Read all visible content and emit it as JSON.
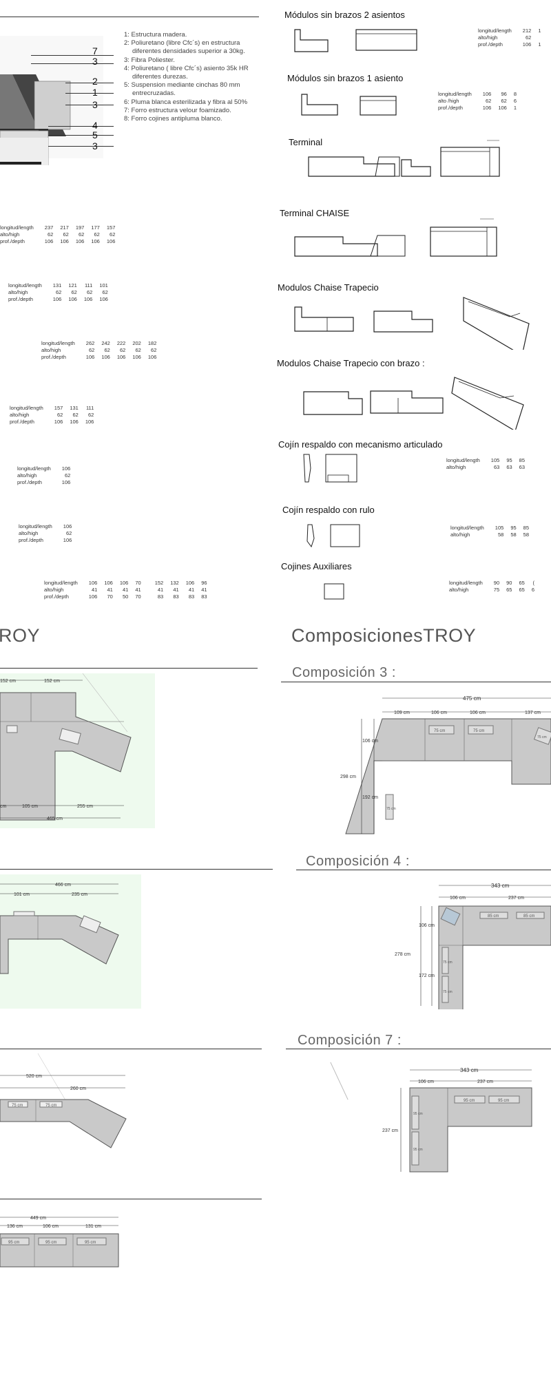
{
  "technical": {
    "callouts": [
      "7",
      "3",
      "2",
      "1",
      "3",
      "4",
      "5",
      "3"
    ],
    "legend": [
      "1: Estructura madera.",
      "2: Poliuretano (libre Cfc´s) en estructura",
      "diferentes densidades superior a 30kg.",
      "3: Fibra Poliester.",
      "4: Poliuretano ( libre Cfc´s) asiento 35k HR",
      "diferentes durezas.",
      "5: Suspension mediante cinchas 80 mm",
      "entrecruzadas.",
      "6: Pluma blanca esterilizada y fibra al 50%",
      "7: Forro estructura velour foamizado.",
      "8: Forro cojines antipluma blanco."
    ]
  },
  "left_tables": [
    {
      "rows": [
        [
          "longitud/length",
          "237",
          "217",
          "197",
          "177",
          "157"
        ],
        [
          "alto/high",
          "62",
          "62",
          "62",
          "62",
          "62"
        ],
        [
          "prof./depth",
          "106",
          "106",
          "106",
          "106",
          "106"
        ]
      ]
    },
    {
      "rows": [
        [
          "longitud/length",
          "131",
          "121",
          "111",
          "101"
        ],
        [
          "alto/high",
          "62",
          "62",
          "62",
          "62"
        ],
        [
          "prof./depth",
          "106",
          "106",
          "106",
          "106"
        ]
      ]
    },
    {
      "rows": [
        [
          "longitud/length",
          "262",
          "242",
          "222",
          "202",
          "182"
        ],
        [
          "alto/high",
          "62",
          "62",
          "62",
          "62",
          "62"
        ],
        [
          "prof./depth",
          "106",
          "106",
          "106",
          "106",
          "106"
        ]
      ]
    },
    {
      "rows": [
        [
          "longitud/length",
          "157",
          "131",
          "111"
        ],
        [
          "alto/high",
          "62",
          "62",
          "62"
        ],
        [
          "prof./depth",
          "106",
          "106",
          "106"
        ]
      ]
    },
    {
      "rows": [
        [
          "longitud/length",
          "106"
        ],
        [
          "alto/high",
          "62"
        ],
        [
          "prof./depth",
          "106"
        ]
      ]
    },
    {
      "rows": [
        [
          "longitud/length",
          "106"
        ],
        [
          "alto/high",
          "62"
        ],
        [
          "prof./depth",
          "106"
        ]
      ]
    },
    {
      "rows": [
        [
          "longitud/length",
          "106",
          "106",
          "106",
          "70",
          "",
          "152",
          "132",
          "106",
          "96"
        ],
        [
          "alto/high",
          "41",
          "41",
          "41",
          "41",
          "",
          "41",
          "41",
          "41",
          "41"
        ],
        [
          "prof./depth",
          "106",
          "70",
          "50",
          "70",
          "",
          "83",
          "83",
          "83",
          "83"
        ]
      ]
    }
  ],
  "modules": [
    {
      "title": "Módulos sin brazos 2 asientos",
      "rows": [
        [
          "longitud/length",
          "212",
          "1"
        ],
        [
          "alto/high",
          "62",
          ""
        ],
        [
          "prof./depth",
          "106",
          "1"
        ]
      ]
    },
    {
      "title": "Módulos sin brazos 1 asiento",
      "rows": [
        [
          "longitud/length",
          "106",
          "96",
          "8"
        ],
        [
          "alto /high",
          "62",
          "62",
          "6"
        ],
        [
          "prof./depth",
          "106",
          "106",
          "1"
        ]
      ]
    },
    {
      "title": "Terminal",
      "rows": []
    },
    {
      "title": "Terminal CHAISE",
      "rows": []
    },
    {
      "title": "Modulos Chaise Trapecio",
      "rows": []
    },
    {
      "title": "Modulos Chaise Trapecio con brazo :",
      "rows": []
    },
    {
      "title": "Cojín respaldo con mecanismo articulado",
      "rows": [
        [
          "longitud/length",
          "105",
          "95",
          "85"
        ],
        [
          "alto/high",
          "63",
          "63",
          "63"
        ]
      ]
    },
    {
      "title": "Cojín respaldo con rulo",
      "rows": [
        [
          "longitud/length",
          "105",
          "95",
          "85"
        ],
        [
          "alto/high",
          "58",
          "58",
          "58"
        ]
      ]
    },
    {
      "title": "Cojines Auxiliares",
      "rows": [
        [
          "longitud/length",
          "90",
          "90",
          "65",
          "("
        ],
        [
          "alto/high",
          "75",
          "65",
          "65",
          "6"
        ]
      ]
    }
  ],
  "compositions": {
    "left_title": "ROY",
    "right_title": "ComposicionesTROY",
    "left_dims": {
      "c1": [
        "152 cm",
        "152 cm",
        "cm",
        "105 cm",
        "255 cm",
        "465 cm"
      ],
      "c2": [
        "466 cm",
        "101 cm",
        "235 cm"
      ],
      "c5": [
        "520 cm",
        "260 cm",
        "75 cm",
        "75 cm"
      ],
      "c6": [
        "449 cm",
        "136 cm",
        "106 cm",
        "131 cm",
        "95 cm",
        "95 cm",
        "95 cm"
      ]
    },
    "c3": {
      "title": "Composición 3 :",
      "dims": [
        "475 cm",
        "109 cm",
        "106 cm",
        "106 cm",
        "137 cm",
        "75 cm",
        "75 cm",
        "75 cm",
        "106 cm",
        "298 cm",
        "192 cm",
        "75 cm"
      ]
    },
    "c4": {
      "title": "Composición 4 :",
      "dims": [
        "343 cm",
        "106 cm",
        "237 cm",
        "85 cm",
        "85 cm",
        "106 cm",
        "278 cm",
        "172 cm",
        "75 cm",
        "75 cm"
      ]
    },
    "c7": {
      "title": "Composición 7 :",
      "dims": [
        "343 cm",
        "106 cm",
        "237 cm",
        "95 cm",
        "95 cm",
        "95 cm",
        "95 cm",
        "237 cm"
      ]
    }
  }
}
